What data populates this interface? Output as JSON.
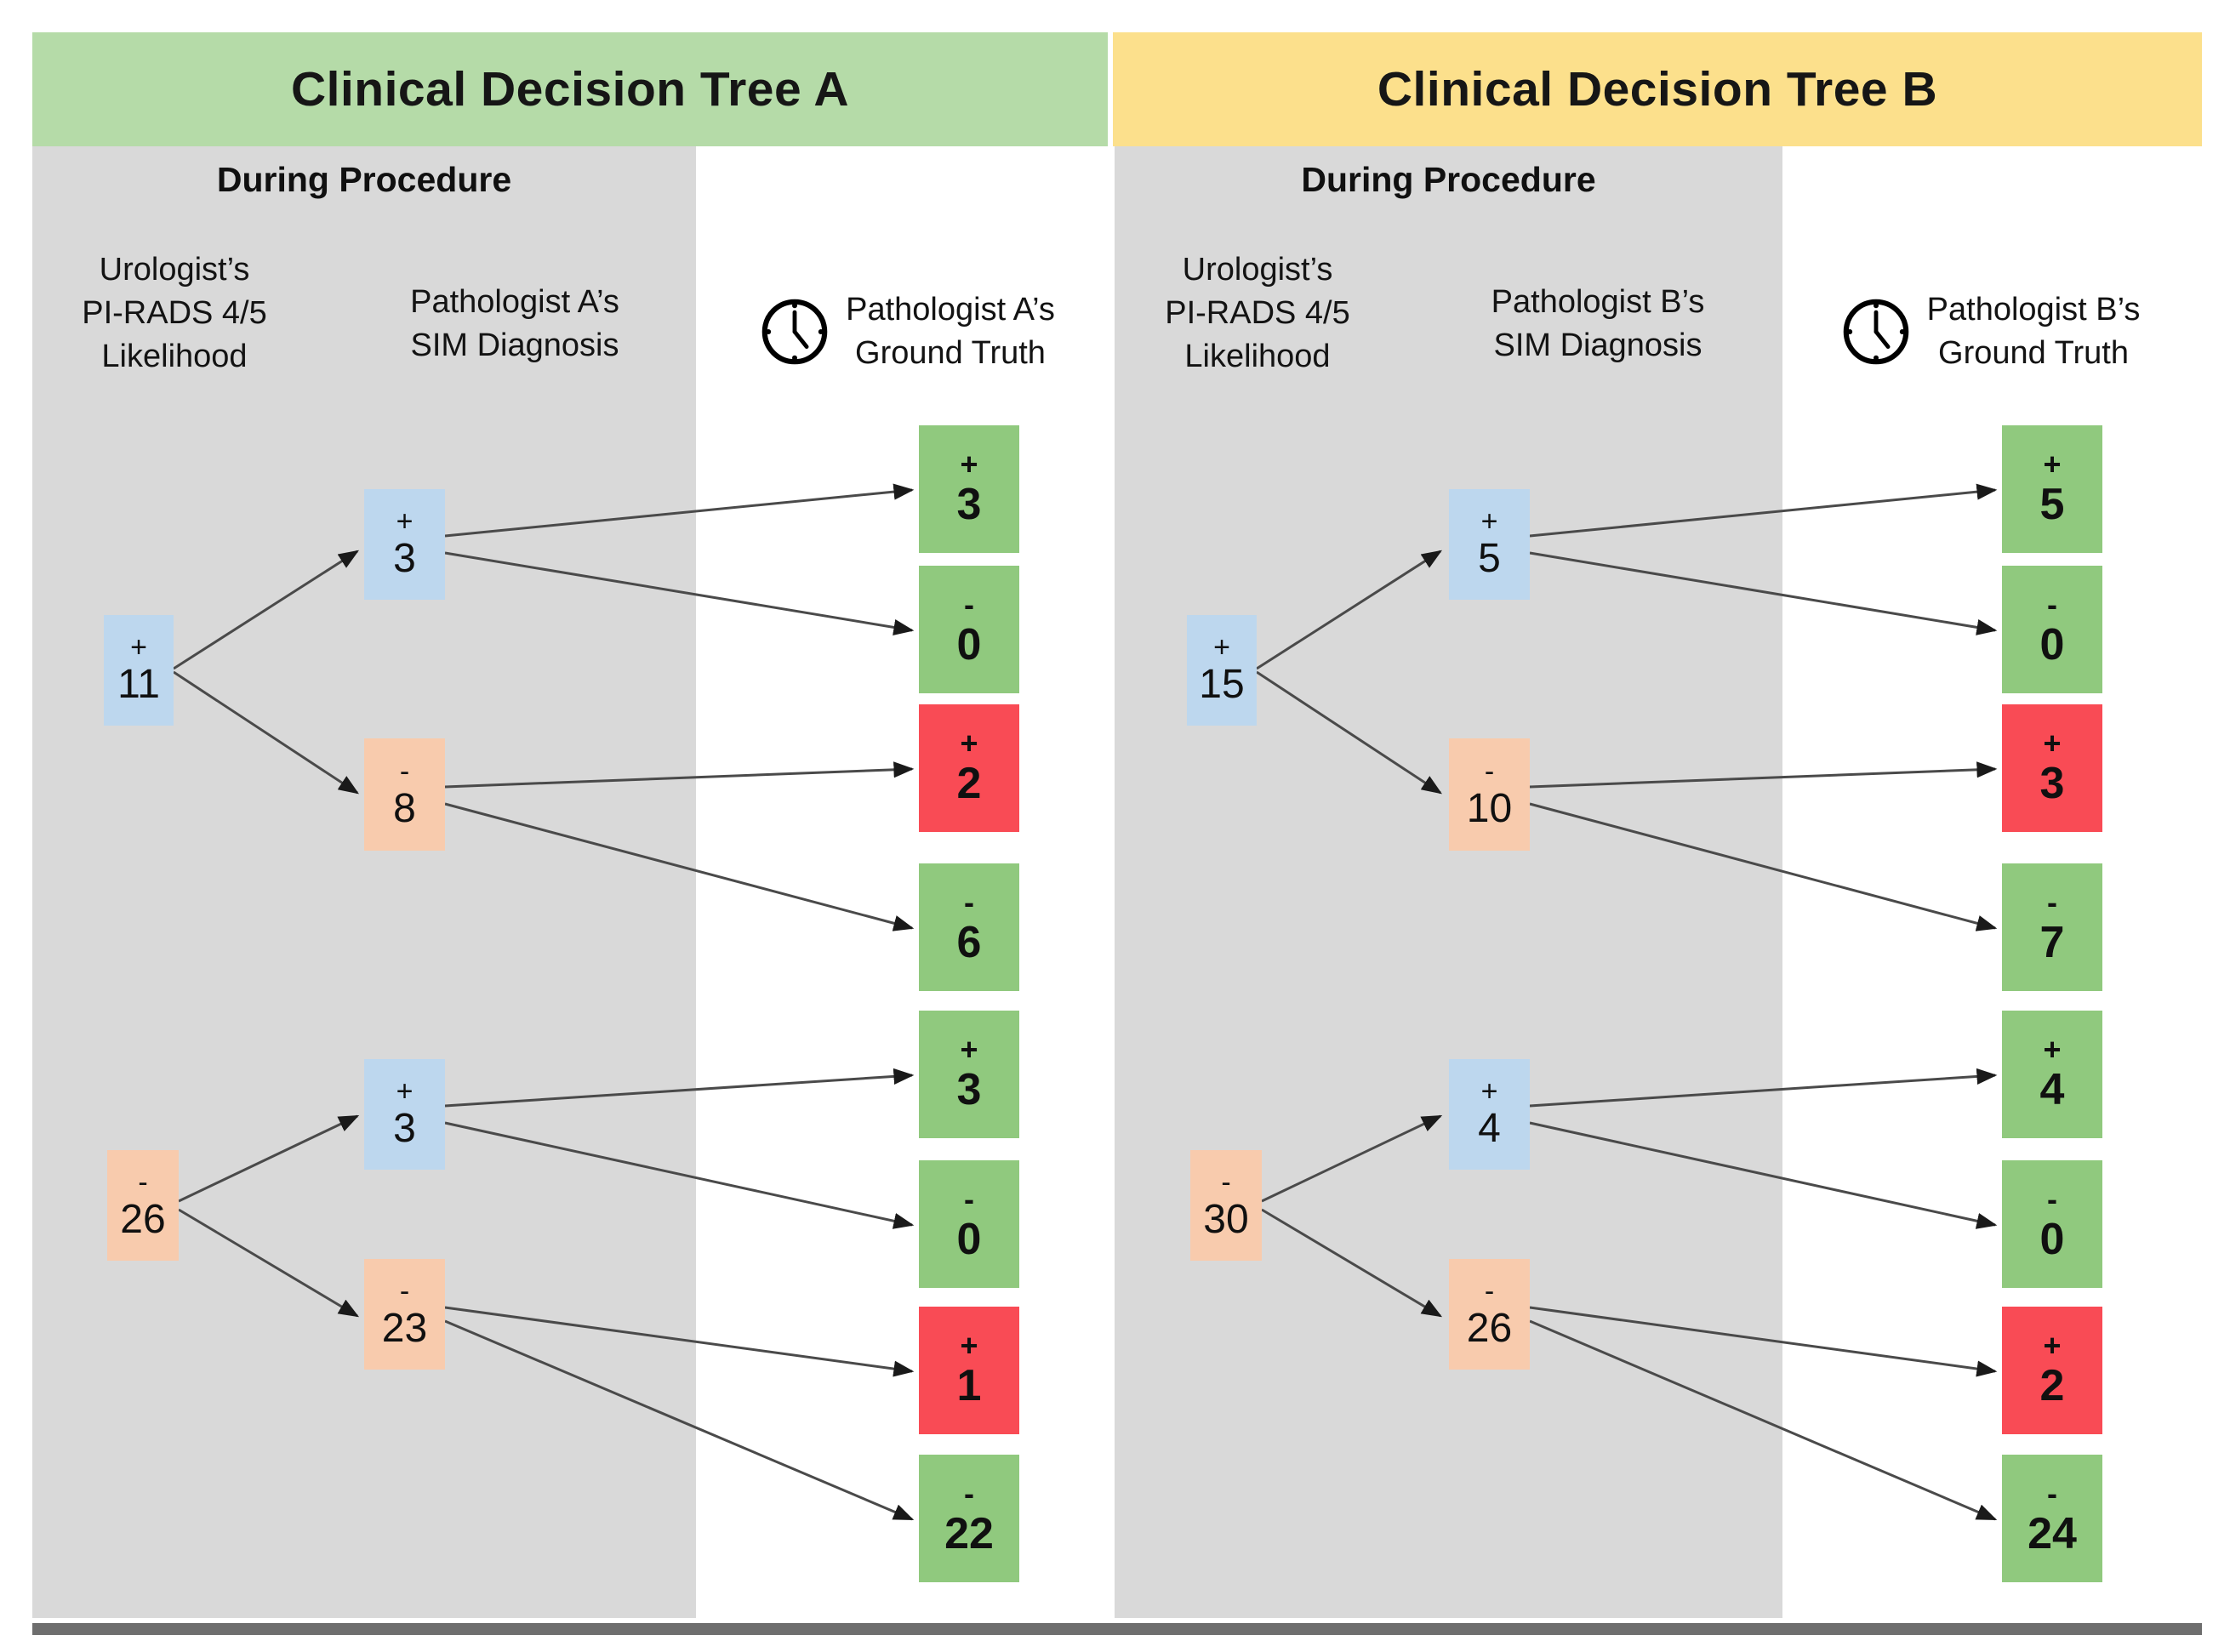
{
  "palette": {
    "headerGreen": "#b5dba8",
    "headerYellow": "#fce08c",
    "panelGray": "#d9d9d9",
    "nodeBlue": "#bdd7ee",
    "nodeOrange": "#f8cbad",
    "leafGreen": "#90c97e",
    "leafRed": "#f94b55",
    "arrowGray": "#4a4a4a",
    "bottomBar": "#6e6e6e"
  },
  "trees": [
    {
      "title": "Clinical Decision Tree A",
      "phase_label": "During Procedure",
      "columns": [
        {
          "lines": [
            "Urologist’s",
            "PI-RADS 4/5",
            "Likelihood"
          ]
        },
        {
          "lines": [
            "Pathologist A’s",
            "SIM Diagnosis"
          ]
        },
        {
          "lines": [
            "Pathologist A’s",
            "Ground Truth"
          ],
          "icon": "clock-icon"
        }
      ],
      "nodes": {
        "root_top": {
          "sign": "+",
          "value": "11"
        },
        "root_bottom": {
          "sign": "-",
          "value": "26"
        },
        "mid_top_pos": {
          "sign": "+",
          "value": "3"
        },
        "mid_top_neg": {
          "sign": "-",
          "value": "8"
        },
        "mid_bottom_pos": {
          "sign": "+",
          "value": "3"
        },
        "mid_bottom_neg": {
          "sign": "-",
          "value": "23"
        },
        "leaf_1": {
          "sign": "+",
          "value": "3"
        },
        "leaf_2": {
          "sign": "-",
          "value": "0"
        },
        "leaf_3": {
          "sign": "+",
          "value": "2"
        },
        "leaf_4": {
          "sign": "-",
          "value": "6"
        },
        "leaf_5": {
          "sign": "+",
          "value": "3"
        },
        "leaf_6": {
          "sign": "-",
          "value": "0"
        },
        "leaf_7": {
          "sign": "+",
          "value": "1"
        },
        "leaf_8": {
          "sign": "-",
          "value": "22"
        }
      }
    },
    {
      "title": "Clinical Decision Tree B",
      "phase_label": "During Procedure",
      "columns": [
        {
          "lines": [
            "Urologist’s",
            "PI-RADS 4/5",
            "Likelihood"
          ]
        },
        {
          "lines": [
            "Pathologist B’s",
            "SIM Diagnosis"
          ]
        },
        {
          "lines": [
            "Pathologist B’s",
            "Ground Truth"
          ],
          "icon": "clock-icon"
        }
      ],
      "nodes": {
        "root_top": {
          "sign": "+",
          "value": "15"
        },
        "root_bottom": {
          "sign": "-",
          "value": "30"
        },
        "mid_top_pos": {
          "sign": "+",
          "value": "5"
        },
        "mid_top_neg": {
          "sign": "-",
          "value": "10"
        },
        "mid_bottom_pos": {
          "sign": "+",
          "value": "4"
        },
        "mid_bottom_neg": {
          "sign": "-",
          "value": "26"
        },
        "leaf_1": {
          "sign": "+",
          "value": "5"
        },
        "leaf_2": {
          "sign": "-",
          "value": "0"
        },
        "leaf_3": {
          "sign": "+",
          "value": "3"
        },
        "leaf_4": {
          "sign": "-",
          "value": "7"
        },
        "leaf_5": {
          "sign": "+",
          "value": "4"
        },
        "leaf_6": {
          "sign": "-",
          "value": "0"
        },
        "leaf_7": {
          "sign": "+",
          "value": "2"
        },
        "leaf_8": {
          "sign": "-",
          "value": "24"
        }
      }
    }
  ]
}
